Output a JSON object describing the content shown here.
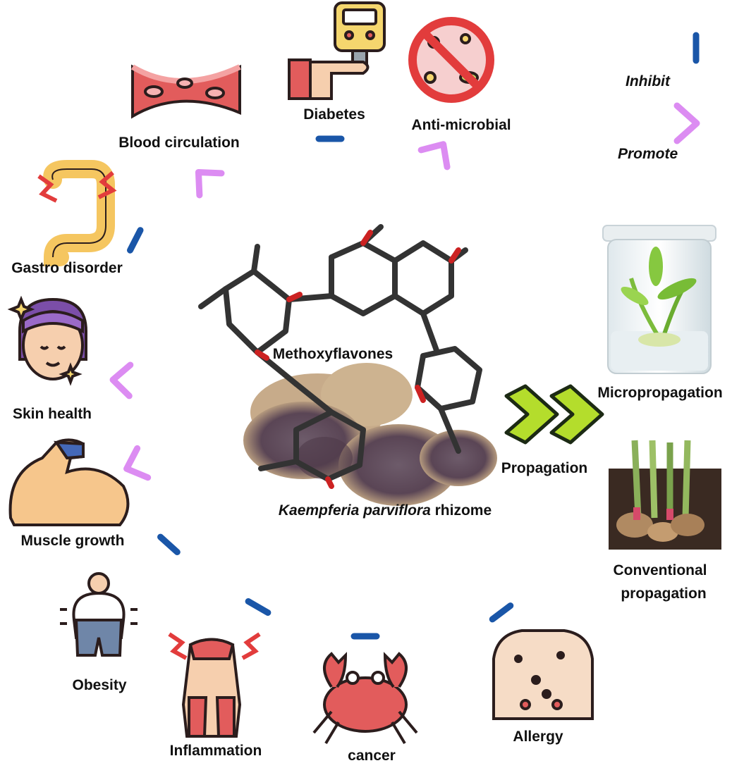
{
  "center": {
    "compound_label": "Methoxyflavones",
    "rhizome_species": "Kaempferia parviflora",
    "rhizome_word": "rhizome"
  },
  "legend": {
    "inhibit_label": "Inhibit",
    "promote_label": "Promote"
  },
  "effects": {
    "blood_circulation": "Blood circulation",
    "diabetes": "Diabetes",
    "anti_microbial": "Anti-microbial",
    "gastro_disorder": "Gastro disorder",
    "skin_health": "Skin health",
    "muscle_growth": "Muscle growth",
    "obesity": "Obesity",
    "inflammation": "Inflammation",
    "cancer": "cancer",
    "allergy": "Allergy"
  },
  "propagation": {
    "label": "Propagation",
    "micro": "Micropropagation",
    "conventional_line1": "Conventional",
    "conventional_line2": "propagation"
  },
  "colors": {
    "inhibit_dark": "#1f5fb0",
    "inhibit_light": "#8cc8ee",
    "promote_pink": "#d98cf0",
    "promote_light": "#8fd6f0",
    "chevron": "#b4dd2c"
  }
}
